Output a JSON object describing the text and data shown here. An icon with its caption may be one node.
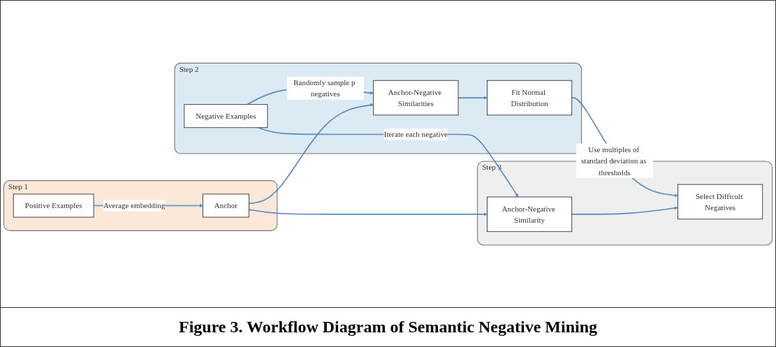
{
  "diagram": {
    "caption": "Figure 3. Workflow Diagram of Semantic Negative Mining",
    "nodes": [
      {
        "text": [
          "Step 2"
        ]
      },
      {
        "text": [
          "Negative Examples"
        ],
        "in": 0
      },
      {
        "text": [
          "Anchor-Negative Similarities"
        ],
        "in": 0
      },
      {
        "text": [
          "Fit Normal Distribution"
        ],
        "in": 0
      },
      {
        "text": [
          "Step 1"
        ]
      },
      {
        "text": [
          "Positive Examples"
        ],
        "in": 4
      },
      {
        "text": [
          "Anchor"
        ],
        "in": 4
      },
      {
        "text": [
          "Step 3"
        ]
      },
      {
        "text": [
          "Anchor-Negative Similarity"
        ],
        "in": 7
      },
      {
        "text": [
          "Select Difficult Negatives"
        ],
        "in": 7
      }
    ],
    "edges": [
      {
        "from": 1,
        "to": 2,
        "arrow": "to",
        "label": "Randomly sample p negatives"
      },
      {
        "from": 2,
        "to": 3,
        "arrow": "to"
      },
      {
        "from": 5,
        "to": 6,
        "arrow": "to",
        "label": "Average embedding"
      },
      {
        "from": 6,
        "to": 2,
        "arrow": "to"
      },
      {
        "from": 6,
        "to": 8,
        "arrow": "to"
      },
      {
        "from": 1,
        "to": 8,
        "arrow": "to",
        "label": "Iterate each negative"
      },
      {
        "from": 3,
        "to": 9,
        "arrow": "to",
        "label": "Use multiples of standard deviation as thresholds"
      },
      {
        "from": 8,
        "to": 9,
        "arrow": "to"
      }
    ]
  }
}
